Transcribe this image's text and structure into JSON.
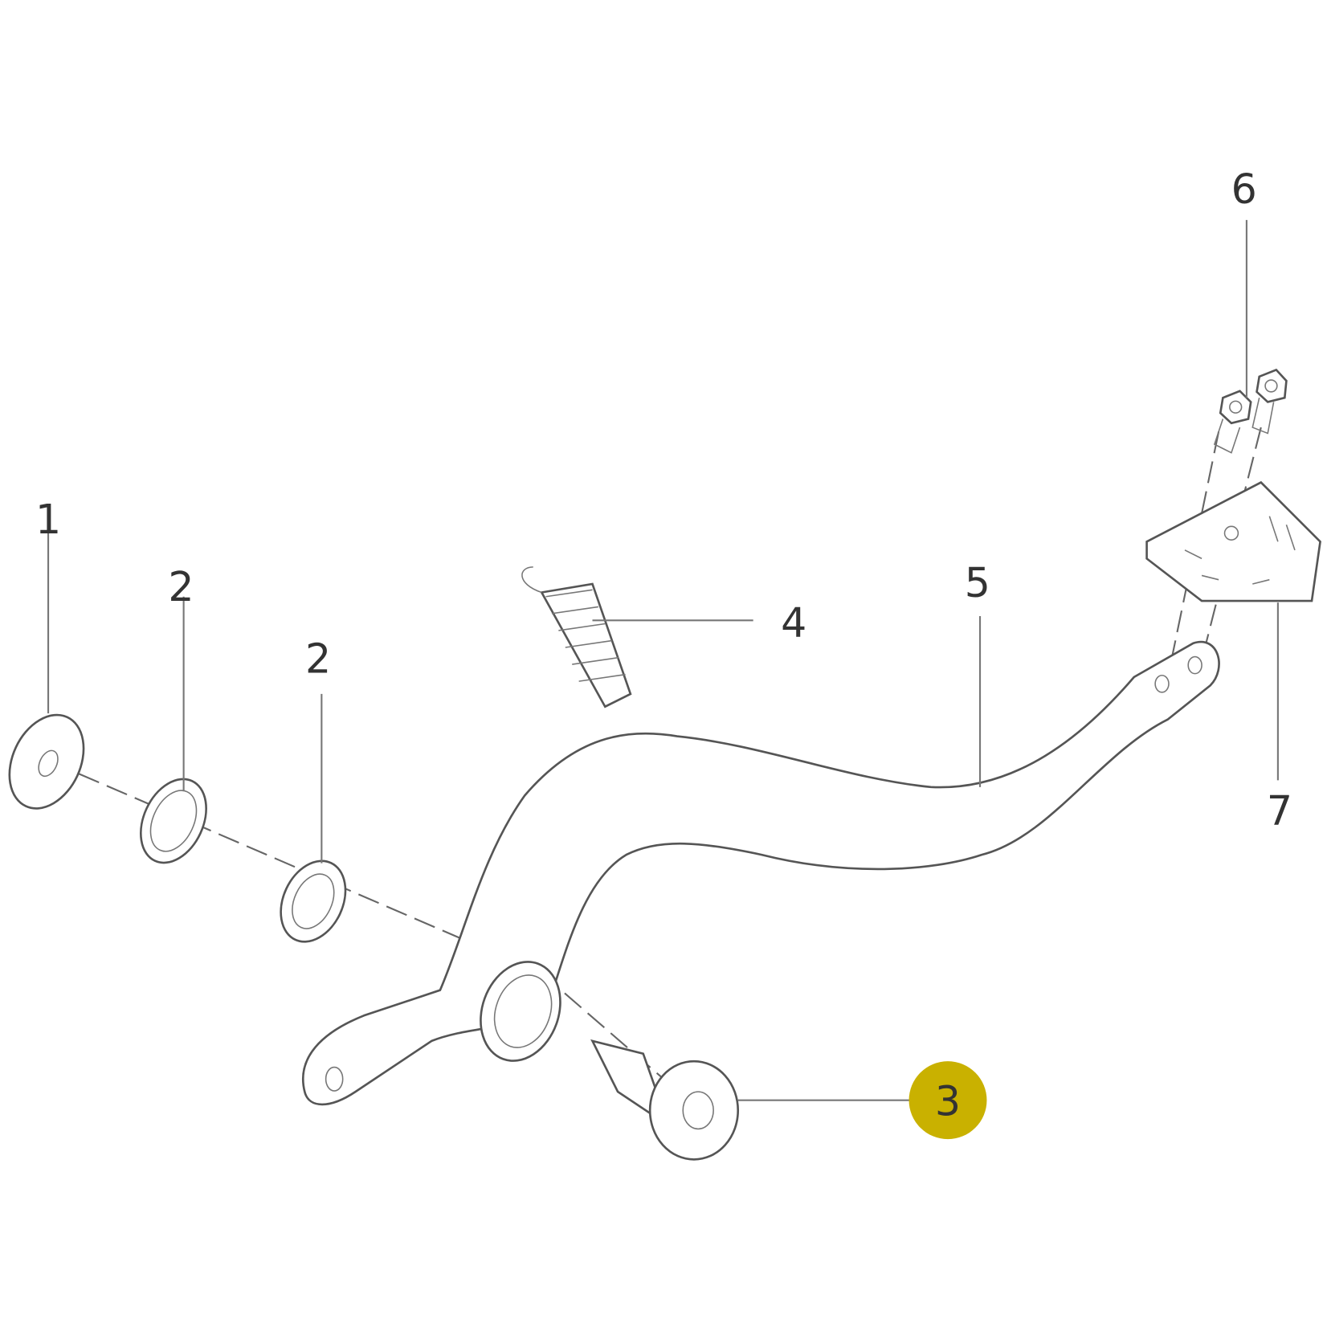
{
  "diagram": {
    "callouts": [
      {
        "id": "1",
        "label": "1"
      },
      {
        "id": "2a",
        "label": "2"
      },
      {
        "id": "2b",
        "label": "2"
      },
      {
        "id": "3",
        "label": "3",
        "highlighted": true
      },
      {
        "id": "4",
        "label": "4"
      },
      {
        "id": "5",
        "label": "5"
      },
      {
        "id": "6",
        "label": "6"
      },
      {
        "id": "7",
        "label": "7"
      }
    ],
    "highlight_color": "#c9b100"
  }
}
